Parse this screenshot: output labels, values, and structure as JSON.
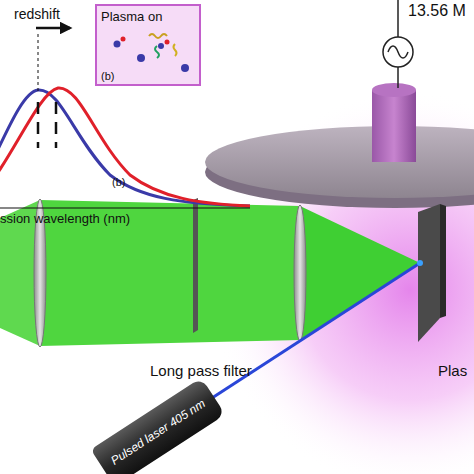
{
  "diagram": {
    "nodes": [
      {
        "text": [
          "Plasma on",
          "(b)"
        ]
      },
      {
        "text": [
          "Pulsed laser 405 nm"
        ]
      }
    ],
    "labels": [
      "redshift",
      "(b)",
      "ssion wavelength (nm)",
      "13.56 M",
      "Long pass filter",
      "Plas"
    ]
  }
}
